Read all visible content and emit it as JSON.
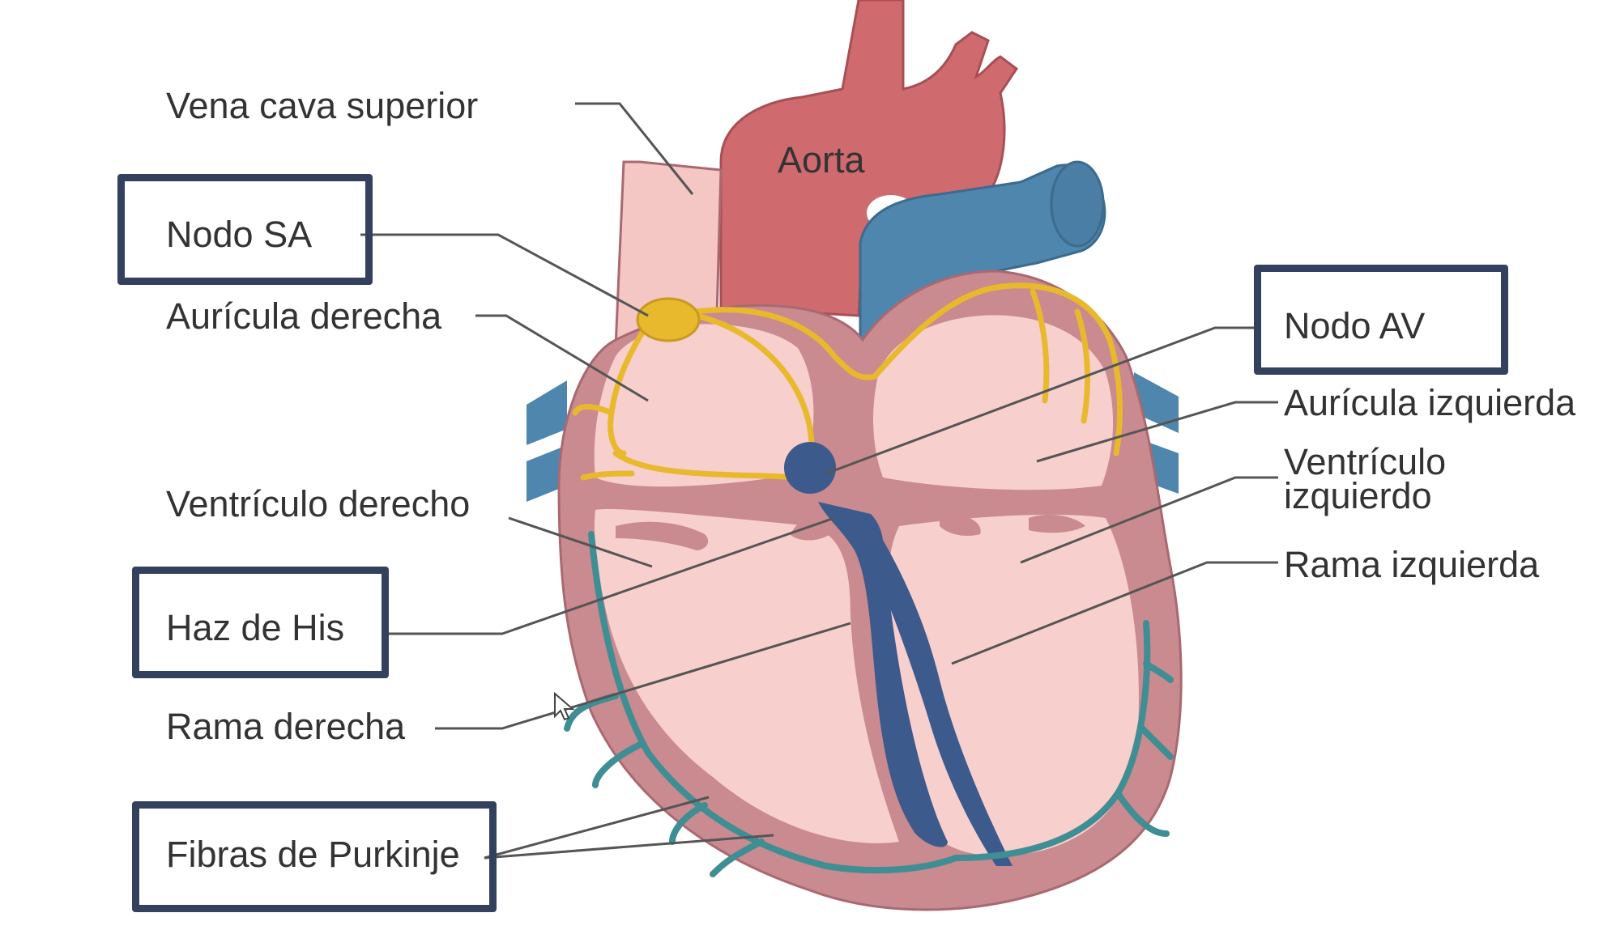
{
  "labels": {
    "vena_cava_superior": "Vena cava superior",
    "nodo_sa": "Nodo SA",
    "auricula_derecha": "Aurícula derecha",
    "ventriculo_derecho": "Ventrículo derecho",
    "haz_de_his": "Haz de His",
    "rama_derecha": "Rama derecha",
    "fibras_de_purkinje": "Fibras de Purkinje",
    "aorta": "Aorta",
    "nodo_av": "Nodo AV",
    "auricula_izquierda": "Aurícula izquierda",
    "ventriculo_izquierdo_line1": "Ventrículo",
    "ventriculo_izquierdo_line2": "izquierdo",
    "rama_izquierda": "Rama izquierda"
  },
  "colors": {
    "heart_wall": "#c88a8f",
    "chamber": "#f7cfcd",
    "vessel_red": "#cf6a6e",
    "vessel_blue": "#4f86ad",
    "conduction_yellow": "#e8b92c",
    "av_node_blue": "#3d5a8c",
    "purkinje_teal": "#3f8e93",
    "box_border": "#33415f",
    "text": "#333333",
    "leader_line": "#555555"
  }
}
